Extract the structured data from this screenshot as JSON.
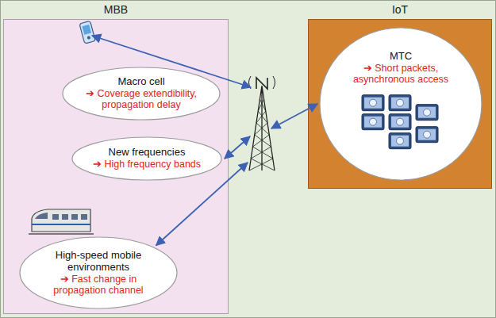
{
  "diagram": {
    "nodes": [
      {
        "text": [
          "MBB"
        ]
      },
      {
        "text": [
          "IoT"
        ]
      },
      {
        "text": [
          "Macro cell",
          "➔ Coverage extendibility, propagation delay"
        ],
        "in": 0
      },
      {
        "text": [
          "New frequencies",
          "➔ High frequency bands"
        ],
        "in": 0
      },
      {
        "text": [
          "High-speed mobile environments",
          "➔ Fast change in propagation channel"
        ],
        "in": 0
      },
      {
        "text": [
          "MTC",
          "➔ Short packets, asynchronous access"
        ],
        "in": 1
      }
    ]
  }
}
